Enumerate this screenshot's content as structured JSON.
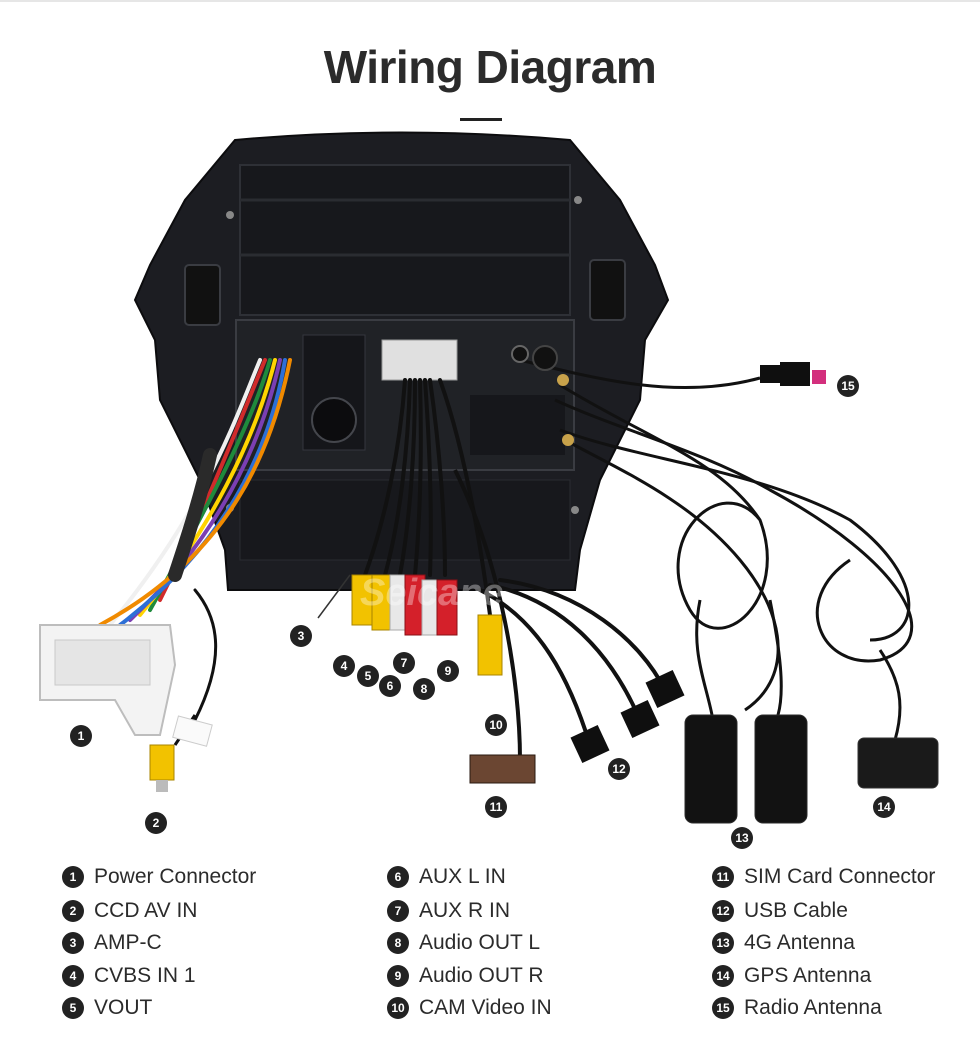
{
  "title": "Wiring Diagram",
  "watermark": "Seicane",
  "callouts": [
    "1",
    "2",
    "3",
    "4",
    "5",
    "6",
    "7",
    "8",
    "9",
    "10",
    "11",
    "12",
    "13",
    "14",
    "15"
  ],
  "legend": [
    {
      "num": "1",
      "label": "Power Connector"
    },
    {
      "num": "2",
      "label": "CCD AV IN"
    },
    {
      "num": "3",
      "label": "AMP-C"
    },
    {
      "num": "4",
      "label": "CVBS IN 1"
    },
    {
      "num": "5",
      "label": "VOUT"
    },
    {
      "num": "6",
      "label": "AUX L IN"
    },
    {
      "num": "7",
      "label": "AUX R IN"
    },
    {
      "num": "8",
      "label": "Audio OUT L"
    },
    {
      "num": "9",
      "label": "Audio OUT R"
    },
    {
      "num": "10",
      "label": "CAM Video IN"
    },
    {
      "num": "11",
      "label": "SIM Card Connector"
    },
    {
      "num": "12",
      "label": "USB Cable"
    },
    {
      "num": "13",
      "label": "4G Antenna"
    },
    {
      "num": "14",
      "label": "GPS Antenna"
    },
    {
      "num": "15",
      "label": "Radio Antenna"
    }
  ],
  "colors": {
    "badge": "#222222",
    "unit_body": "#1c1d22",
    "rca_yellow": "#f2c200",
    "rca_red": "#d4202a",
    "rca_white": "#e8e8e8",
    "cable": "#151515"
  }
}
